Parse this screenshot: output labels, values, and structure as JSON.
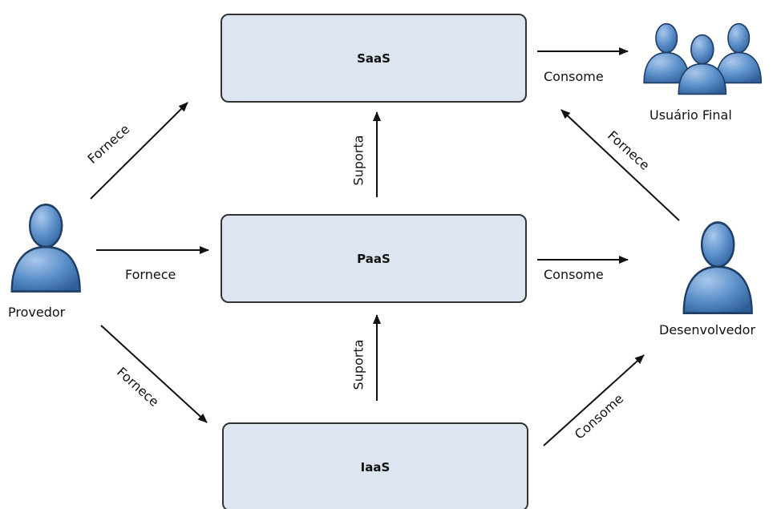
{
  "layers": {
    "saas": "SaaS",
    "paas": "PaaS",
    "iaas": "IaaS"
  },
  "actors": {
    "provedor": "Provedor",
    "desenvolvedor": "Desenvolvedor",
    "usuario_final": "Usuário Final"
  },
  "edges": {
    "provedor_saas": "Fornece",
    "provedor_paas": "Fornece",
    "provedor_iaas": "Fornece",
    "paas_saas": "Suporta",
    "iaas_paas": "Suporta",
    "saas_usuario": "Consome",
    "paas_desenvolvedor": "Consome",
    "iaas_desenvolvedor": "Consome",
    "desenvolvedor_saas": "Fornece"
  },
  "colors": {
    "box_fill": "#dde5f1",
    "box_border": "#333333",
    "person_fill": "#5b8fc9",
    "person_stroke": "#1f3f66"
  }
}
